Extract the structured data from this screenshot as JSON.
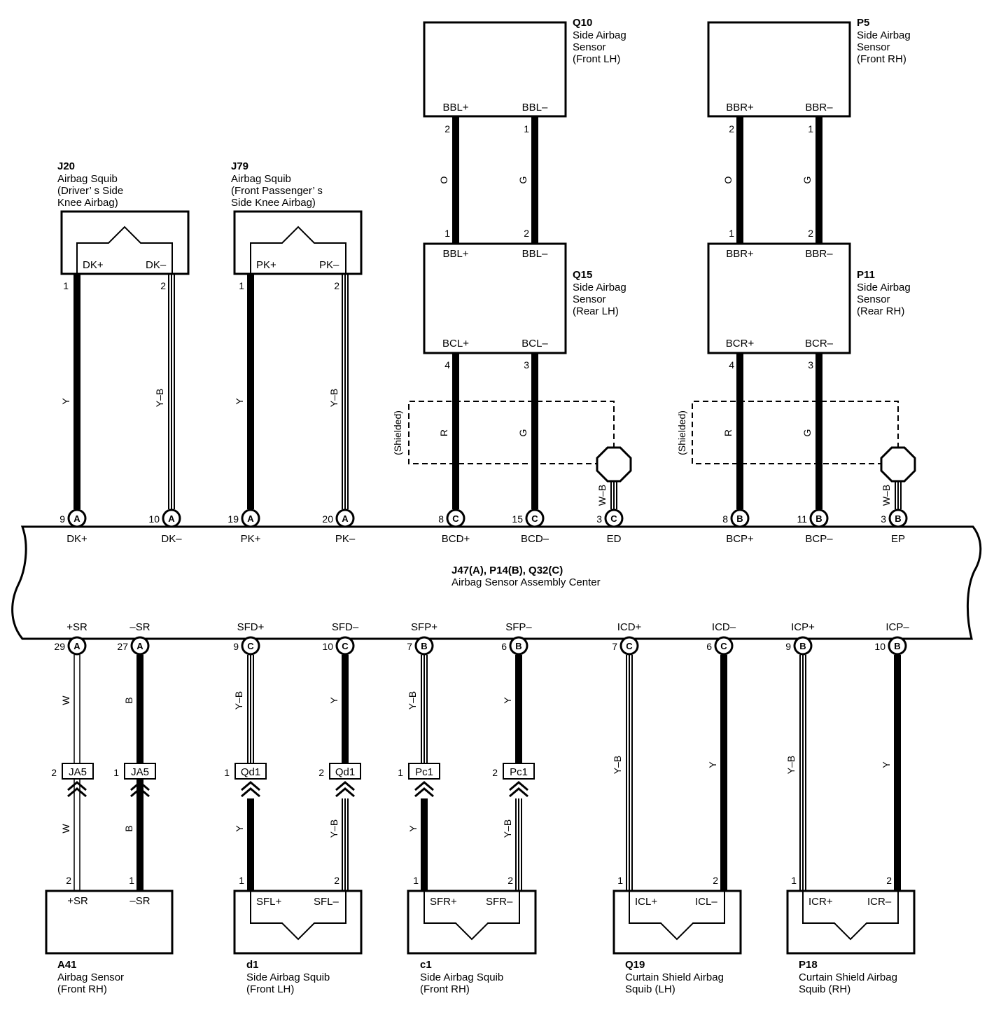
{
  "components": {
    "j20": {
      "code": "J20",
      "desc": [
        "Airbag Squib",
        "(Driver’ s Side",
        " Knee Airbag)"
      ],
      "pos": "DK+",
      "neg": "DK–",
      "pin_pos": "1",
      "pin_neg": "2"
    },
    "j79": {
      "code": "J79",
      "desc": [
        "Airbag Squib",
        "(Front Passenger’ s",
        " Side Knee Airbag)"
      ],
      "pos": "PK+",
      "neg": "PK–",
      "pin_pos": "1",
      "pin_neg": "2"
    },
    "q10": {
      "code": "Q10",
      "desc": [
        "Side Airbag",
        "Sensor",
        "(Front LH)"
      ],
      "pos": "BBL+",
      "neg": "BBL–",
      "pin_pos": "2",
      "pin_neg": "1"
    },
    "p5": {
      "code": "P5",
      "desc": [
        "Side Airbag",
        "Sensor",
        "(Front RH)"
      ],
      "pos": "BBR+",
      "neg": "BBR–",
      "pin_pos": "2",
      "pin_neg": "1"
    },
    "q15": {
      "code": "Q15",
      "desc": [
        "Side Airbag",
        "Sensor",
        "(Rear LH)"
      ],
      "in_pos": "BBL+",
      "in_neg": "BBL–",
      "pos": "BCL+",
      "neg": "BCL–",
      "pin_in_pos": "1",
      "pin_in_neg": "2",
      "pin_pos": "4",
      "pin_neg": "3"
    },
    "p11": {
      "code": "P11",
      "desc": [
        "Side Airbag",
        "Sensor",
        "(Rear RH)"
      ],
      "in_pos": "BBR+",
      "in_neg": "BBR–",
      "pos": "BCR+",
      "neg": "BCR–",
      "pin_in_pos": "1",
      "pin_in_neg": "2",
      "pin_pos": "4",
      "pin_neg": "3"
    },
    "a41": {
      "code": "A41",
      "desc": [
        "Airbag Sensor",
        "(Front RH)"
      ],
      "pos": "+SR",
      "neg": "–SR",
      "pin_pos": "2",
      "pin_neg": "1"
    },
    "d1": {
      "code": "d1",
      "desc": [
        "Side Airbag Squib",
        "(Front LH)"
      ],
      "pos": "SFL+",
      "neg": "SFL–",
      "pin_pos": "1",
      "pin_neg": "2"
    },
    "c1": {
      "code": "c1",
      "desc": [
        "Side Airbag Squib",
        "(Front RH)"
      ],
      "pos": "SFR+",
      "neg": "SFR–",
      "pin_pos": "1",
      "pin_neg": "2"
    },
    "q19": {
      "code": "Q19",
      "desc": [
        "Curtain Shield Airbag",
        "Squib (LH)"
      ],
      "pos": "ICL+",
      "neg": "ICL–",
      "pin_pos": "1",
      "pin_neg": "2"
    },
    "p18": {
      "code": "P18",
      "desc": [
        "Curtain Shield Airbag",
        "Squib (RH)"
      ],
      "pos": "ICR+",
      "neg": "ICR–",
      "pin_pos": "1",
      "pin_neg": "2"
    }
  },
  "center": {
    "code": "J47(A), P14(B), Q32(C)",
    "name": "Airbag Sensor Assembly Center",
    "top_terminals": [
      {
        "label": "DK+",
        "pin": "9",
        "conn": "A"
      },
      {
        "label": "DK–",
        "pin": "10",
        "conn": "A"
      },
      {
        "label": "PK+",
        "pin": "19",
        "conn": "A"
      },
      {
        "label": "PK–",
        "pin": "20",
        "conn": "A"
      },
      {
        "label": "BCD+",
        "pin": "8",
        "conn": "C"
      },
      {
        "label": "BCD–",
        "pin": "15",
        "conn": "C"
      },
      {
        "label": "ED",
        "pin": "3",
        "conn": "C"
      },
      {
        "label": "BCP+",
        "pin": "8",
        "conn": "B"
      },
      {
        "label": "BCP–",
        "pin": "11",
        "conn": "B"
      },
      {
        "label": "EP",
        "pin": "3",
        "conn": "B"
      }
    ],
    "bottom_terminals": [
      {
        "label": "+SR",
        "pin": "29",
        "conn": "A"
      },
      {
        "label": "–SR",
        "pin": "27",
        "conn": "A"
      },
      {
        "label": "SFD+",
        "pin": "9",
        "conn": "C"
      },
      {
        "label": "SFD–",
        "pin": "10",
        "conn": "C"
      },
      {
        "label": "SFP+",
        "pin": "7",
        "conn": "B"
      },
      {
        "label": "SFP–",
        "pin": "6",
        "conn": "B"
      },
      {
        "label": "ICD+",
        "pin": "7",
        "conn": "C"
      },
      {
        "label": "ICD–",
        "pin": "6",
        "conn": "C"
      },
      {
        "label": "ICP+",
        "pin": "9",
        "conn": "B"
      },
      {
        "label": "ICP–",
        "pin": "10",
        "conn": "B"
      }
    ]
  },
  "wire_colors": {
    "j20_pos": "Y",
    "j20_neg": "Y–B",
    "j79_pos": "Y",
    "j79_neg": "Y–B",
    "q10_pos": "O",
    "q10_neg": "G",
    "p5_pos": "O",
    "p5_neg": "G",
    "q15_pos": "R",
    "q15_neg": "G",
    "p11_pos": "R",
    "p11_neg": "G",
    "ed": "W–B",
    "ep": "W–B",
    "sr_pos_upper": "W",
    "sr_pos_lower": "W",
    "sr_neg_upper": "B",
    "sr_neg_lower": "B",
    "sfd_pos_upper": "Y–B",
    "sfd_pos_lower": "Y",
    "sfd_neg_upper": "Y",
    "sfd_neg_lower": "Y–B",
    "sfp_pos_upper": "Y–B",
    "sfp_pos_lower": "Y",
    "sfp_neg_upper": "Y",
    "sfp_neg_lower": "Y–B",
    "icd_pos": "Y–B",
    "icd_neg": "Y",
    "icp_pos": "Y–B",
    "icp_neg": "Y"
  },
  "shielded_label": "(Shielded)",
  "inline_connectors": [
    {
      "id": "JA5",
      "pin": "2"
    },
    {
      "id": "JA5",
      "pin": "1"
    },
    {
      "id": "Qd1",
      "pin": "1"
    },
    {
      "id": "Qd1",
      "pin": "2"
    },
    {
      "id": "Pc1",
      "pin": "1"
    },
    {
      "id": "Pc1",
      "pin": "2"
    }
  ]
}
